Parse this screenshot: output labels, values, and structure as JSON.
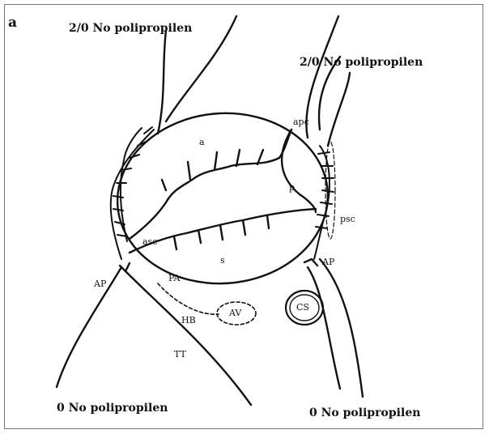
{
  "figure": {
    "panel_label": "a",
    "labels": {
      "suture_top_left": "2/0 No polipropilen",
      "suture_top_right": "2/0 No polipropilen",
      "suture_bottom_left": "0 No polipropilen",
      "suture_bottom_right": "0 No polipropilen",
      "apc": "apc",
      "a": "a",
      "p": "p",
      "psc": "psc",
      "asc": "asc",
      "s": "s",
      "ap_left": "AP",
      "ap_right": "AP",
      "pa": "PA",
      "hb": "HB",
      "av": "AV",
      "cs": "CS",
      "tt": "TT"
    }
  }
}
